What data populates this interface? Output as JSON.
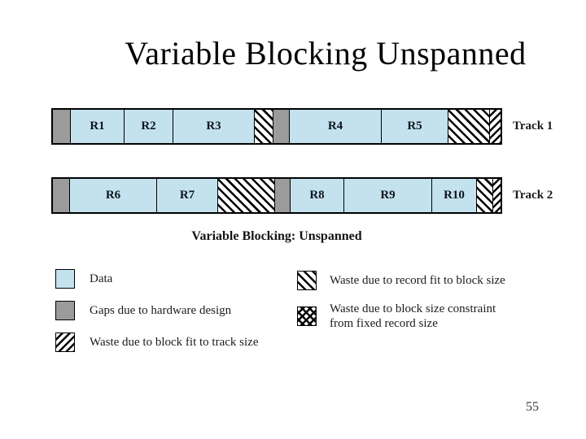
{
  "page": {
    "title": "Variable Blocking Unspanned",
    "page_number": "55"
  },
  "colors": {
    "data_fill": "#C3E2EE",
    "gap_fill": "#9B9B9B",
    "hatch_line": "#000000"
  },
  "diagram": {
    "caption": "Variable Blocking: Unspanned",
    "tracks": [
      {
        "label": "Track 1",
        "segments": [
          {
            "type": "gap",
            "width": 21
          },
          {
            "type": "data",
            "label": "R1",
            "width": 66
          },
          {
            "type": "data",
            "label": "R2",
            "width": 60
          },
          {
            "type": "data",
            "label": "R3",
            "width": 100
          },
          {
            "type": "waste_record_fit",
            "width": 23
          },
          {
            "type": "gap",
            "width": 20
          },
          {
            "type": "data",
            "label": "R4",
            "width": 113
          },
          {
            "type": "data",
            "label": "R5",
            "width": 82
          },
          {
            "type": "waste_record_fit",
            "width": 51
          },
          {
            "type": "waste_track_fit",
            "width": 14
          }
        ]
      },
      {
        "label": "Track 2",
        "segments": [
          {
            "type": "gap",
            "width": 20
          },
          {
            "type": "data",
            "label": "R6",
            "width": 107
          },
          {
            "type": "data",
            "label": "R7",
            "width": 75
          },
          {
            "type": "waste_record_fit",
            "width": 70
          },
          {
            "type": "gap",
            "width": 19
          },
          {
            "type": "data",
            "label": "R8",
            "width": 66
          },
          {
            "type": "data",
            "label": "R9",
            "width": 108
          },
          {
            "type": "data",
            "label": "R10",
            "width": 55
          },
          {
            "type": "waste_record_fit",
            "width": 20
          },
          {
            "type": "waste_track_fit",
            "width": 10
          }
        ]
      }
    ]
  },
  "legend": {
    "items_left": [
      {
        "swatch": "data",
        "lines": [
          "Data"
        ]
      },
      {
        "swatch": "gap",
        "lines": [
          "Gaps due to hardware design"
        ]
      },
      {
        "swatch": "waste_track_fit",
        "lines": [
          "Waste due to block fit to track size"
        ]
      }
    ],
    "items_right": [
      {
        "swatch": "waste_record_fit",
        "lines": [
          "Waste due to record fit to block size"
        ]
      },
      {
        "swatch": "waste_fixed_record",
        "lines": [
          "Waste due to block size constraint",
          "from fixed record size"
        ]
      }
    ]
  }
}
